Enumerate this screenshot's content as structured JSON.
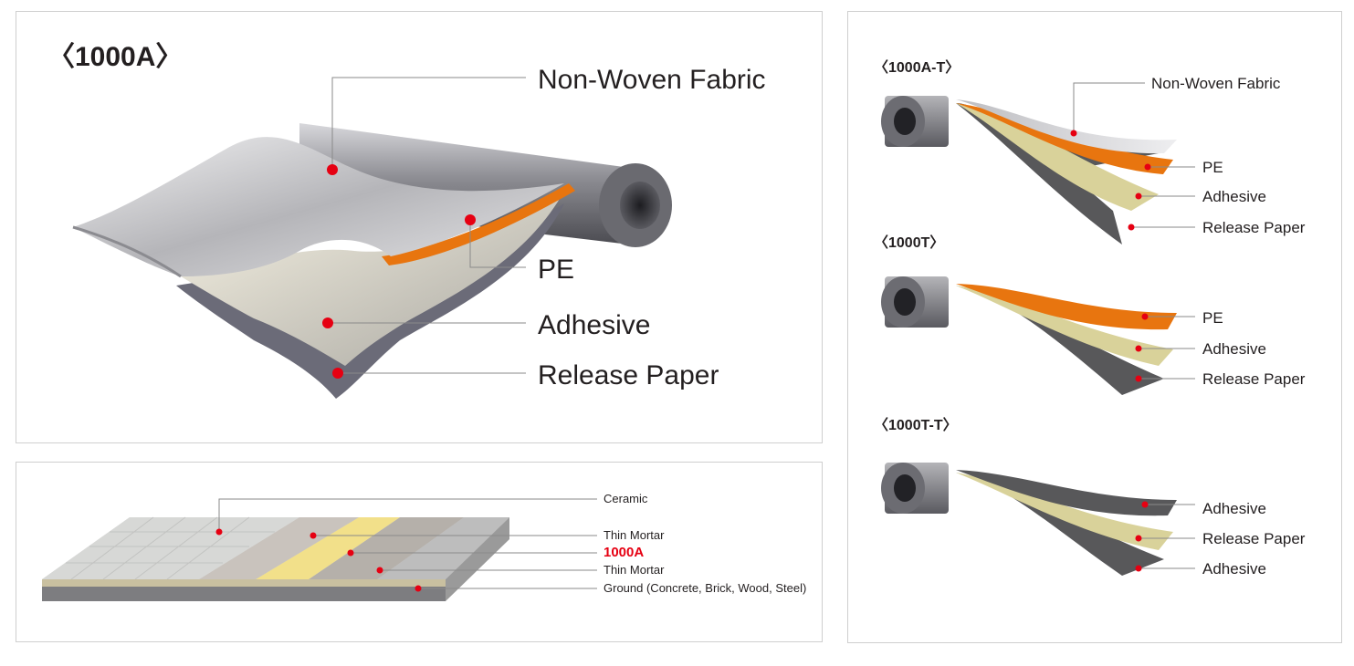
{
  "main_panel": {
    "title": "〈1000A〉",
    "labels": {
      "fabric": "Non-Woven Fabric",
      "pe": "PE",
      "adhesive": "Adhesive",
      "release": "Release Paper"
    }
  },
  "install_panel": {
    "labels": {
      "ceramic": "Ceramic",
      "mortar_top": "Thin Mortar",
      "product": "1000A",
      "mortar_bottom": "Thin Mortar",
      "ground": "Ground (Concrete, Brick, Wood, Steel)"
    }
  },
  "variants": [
    {
      "title": "〈1000A-T〉",
      "labels": [
        "Non-Woven Fabric",
        "PE",
        "Adhesive",
        "Release Paper"
      ]
    },
    {
      "title": "〈1000T〉",
      "labels": [
        "PE",
        "Adhesive",
        "Release Paper"
      ]
    },
    {
      "title": "〈1000T-T〉",
      "labels": [
        "Adhesive",
        "Release Paper",
        "Adhesive"
      ]
    }
  ],
  "colors": {
    "marker": "#e60012",
    "accent_text": "#e60012",
    "pe_orange": "#e8750f",
    "adhesive_tan": "#d9d29a",
    "release_dark": "#58585a",
    "fabric_silver": "#c9c9cc"
  }
}
